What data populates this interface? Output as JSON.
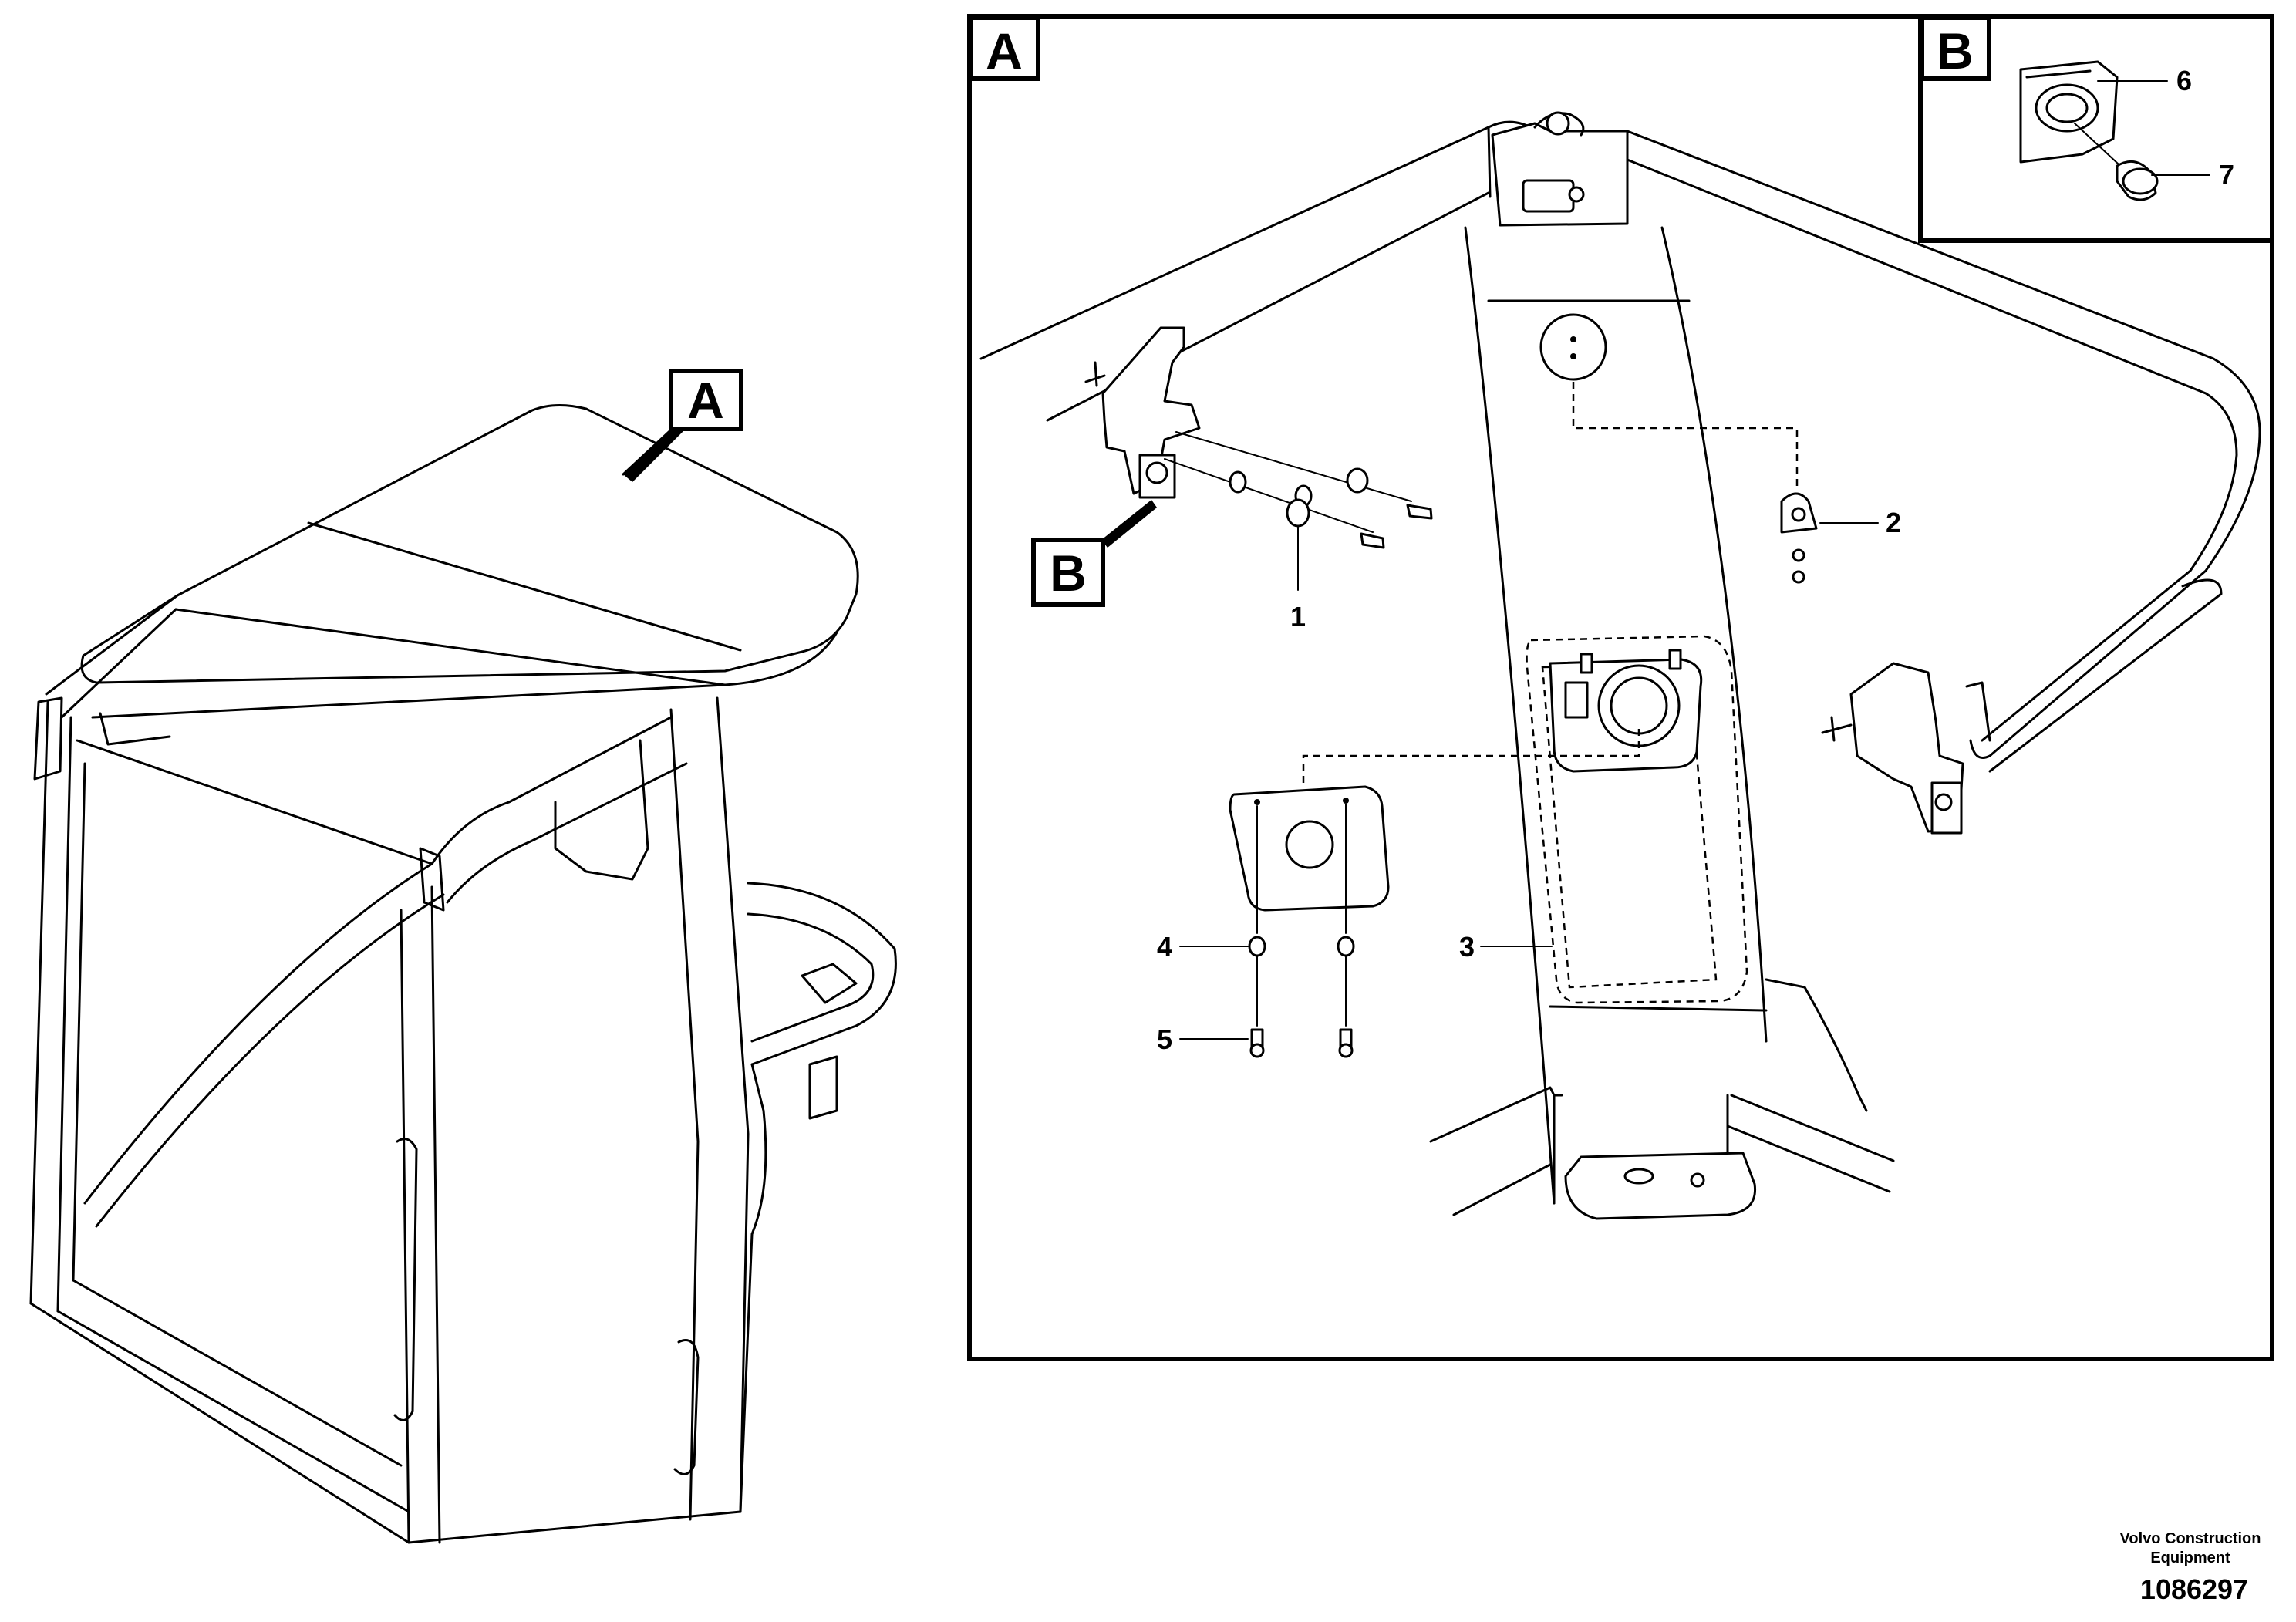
{
  "views": {
    "overview_label": "A",
    "detail_a": {
      "label": "A"
    },
    "detail_b": {
      "label": "B"
    },
    "callout_b": "B"
  },
  "parts": [
    {
      "number": "1"
    },
    {
      "number": "2"
    },
    {
      "number": "3"
    },
    {
      "number": "4"
    },
    {
      "number": "5"
    },
    {
      "number": "6"
    },
    {
      "number": "7"
    }
  ],
  "footer": {
    "company_line1": "Volvo Construction",
    "company_line2": "Equipment",
    "drawing_number": "1086297"
  }
}
